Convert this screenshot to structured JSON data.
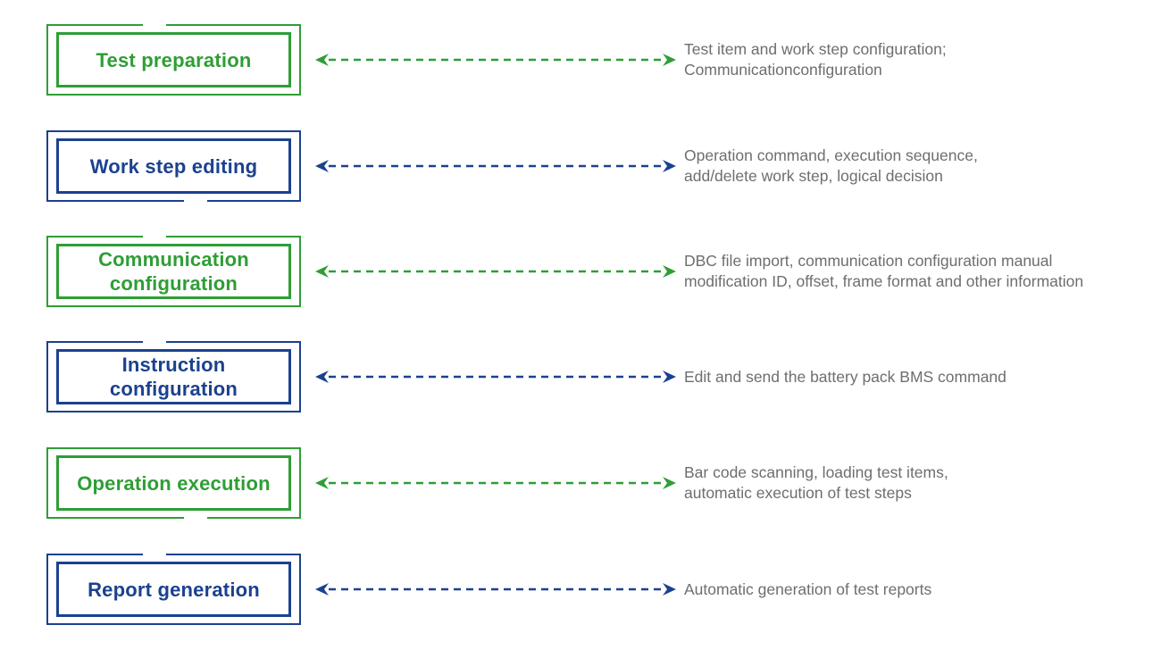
{
  "palette": {
    "green": "#2e9e35",
    "blue": "#1b418f",
    "description_gray": "#6e6e6e",
    "background": "#ffffff"
  },
  "flow": {
    "items": [
      {
        "label": "Test preparation",
        "color": "#2e9e35",
        "gap": "top",
        "description": "Test item and work step configuration;\nCommunicationconfiguration"
      },
      {
        "label": "Work step editing",
        "color": "#1b418f",
        "gap": "bottom",
        "description": "Operation command, execution sequence,\nadd/delete work step, logical decision"
      },
      {
        "label": "Communication configuration",
        "color": "#2e9e35",
        "gap": "top",
        "description": "DBC file import, communication configuration manual\nmodification ID, offset, frame format and other information"
      },
      {
        "label": "Instruction configuration",
        "color": "#1b418f",
        "gap": "top",
        "description": "Edit and send the battery pack BMS command"
      },
      {
        "label": "Operation execution",
        "color": "#2e9e35",
        "gap": "bottom",
        "description": "Bar code scanning, loading test items,\nautomatic execution of test steps"
      },
      {
        "label": "Report generation",
        "color": "#1b418f",
        "gap": "top",
        "description": "Automatic generation of test reports"
      }
    ]
  }
}
